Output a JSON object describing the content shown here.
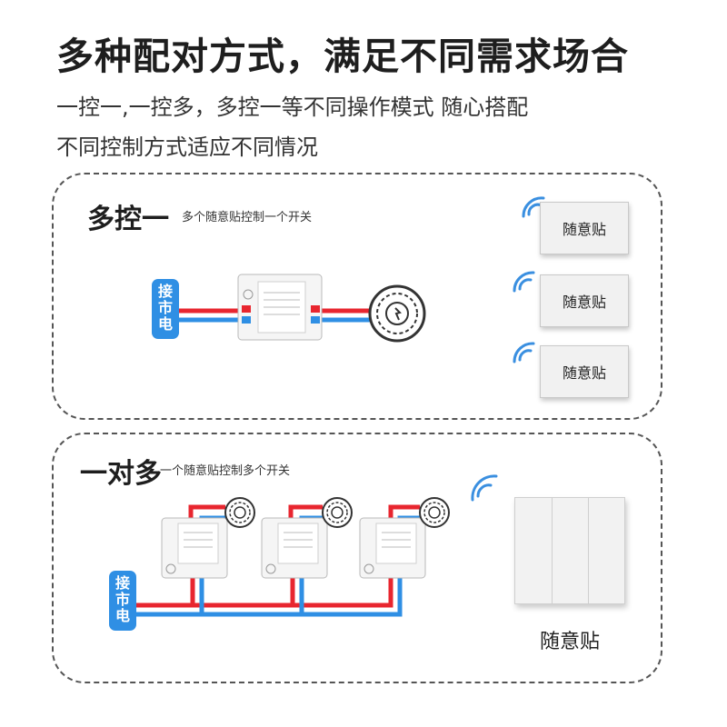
{
  "title": "多种配对方式，满足不同需求场合",
  "subtitle_line1": "一控一,一控多，多控一等不同操作模式 随心搭配",
  "subtitle_line2": "不同控制方式适应不同情况",
  "panel_multi_to_one": {
    "title": "多控一",
    "desc": "多个随意贴控制一个开关",
    "power_label": "接市电",
    "stickers": [
      "随意贴",
      "随意贴",
      "随意贴"
    ],
    "icons": [
      "wifi-icon",
      "light-bulb-icon",
      "relay-module-icon"
    ]
  },
  "panel_one_to_many": {
    "title": "一对多",
    "desc": "一个随意贴控制多个开关",
    "power_label": "接市电",
    "switch_caption": "随意贴",
    "icons": [
      "wifi-icon",
      "light-bulb-icon",
      "relay-module-icon"
    ]
  },
  "colors": {
    "live_wire": "#e8262f",
    "neutral_wire": "#2f8fe4",
    "wifi": "#3a8fe0"
  }
}
